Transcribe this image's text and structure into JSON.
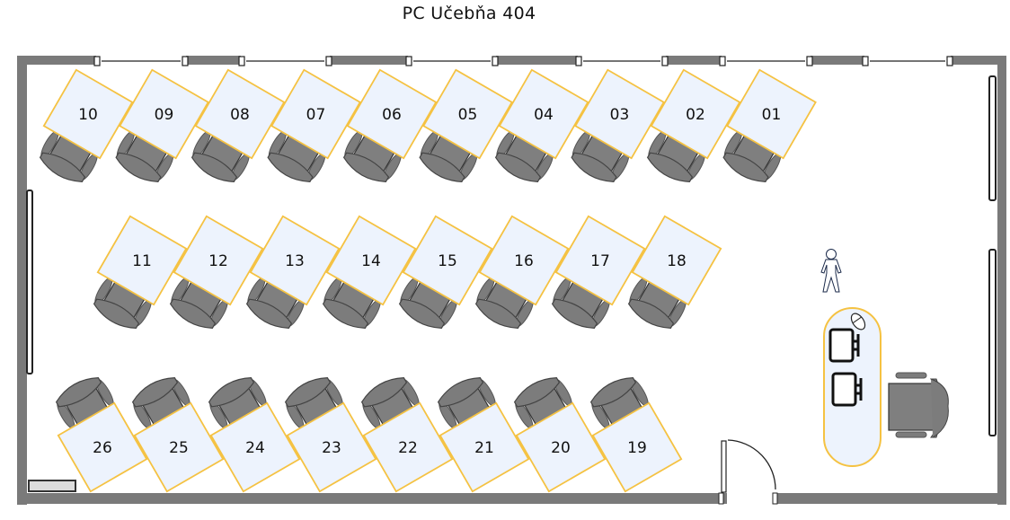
{
  "title": "PC Učebňa 404",
  "colors": {
    "wall": "#7a7a7a",
    "desk_fill": "#edf3fd",
    "desk_border": "#f5c242",
    "chair": "#7c7c7c",
    "chair_dark": "#4a4a4a"
  },
  "rows": [
    {
      "name": "front-row",
      "seats": [
        "10",
        "09",
        "08",
        "07",
        "06",
        "05",
        "04",
        "03",
        "02",
        "01"
      ]
    },
    {
      "name": "middle-row",
      "seats": [
        "11",
        "12",
        "13",
        "14",
        "15",
        "16",
        "17",
        "18"
      ]
    },
    {
      "name": "back-row",
      "seats": [
        "26",
        "25",
        "24",
        "23",
        "22",
        "21",
        "20",
        "19"
      ]
    }
  ],
  "teacher": {
    "person_icon": "person-icon",
    "desk_items": [
      "monitor-icon",
      "monitor-icon",
      "mouse-icon"
    ],
    "chair_icon": "office-chair-icon"
  },
  "fixtures": [
    "window",
    "radiator",
    "door"
  ]
}
